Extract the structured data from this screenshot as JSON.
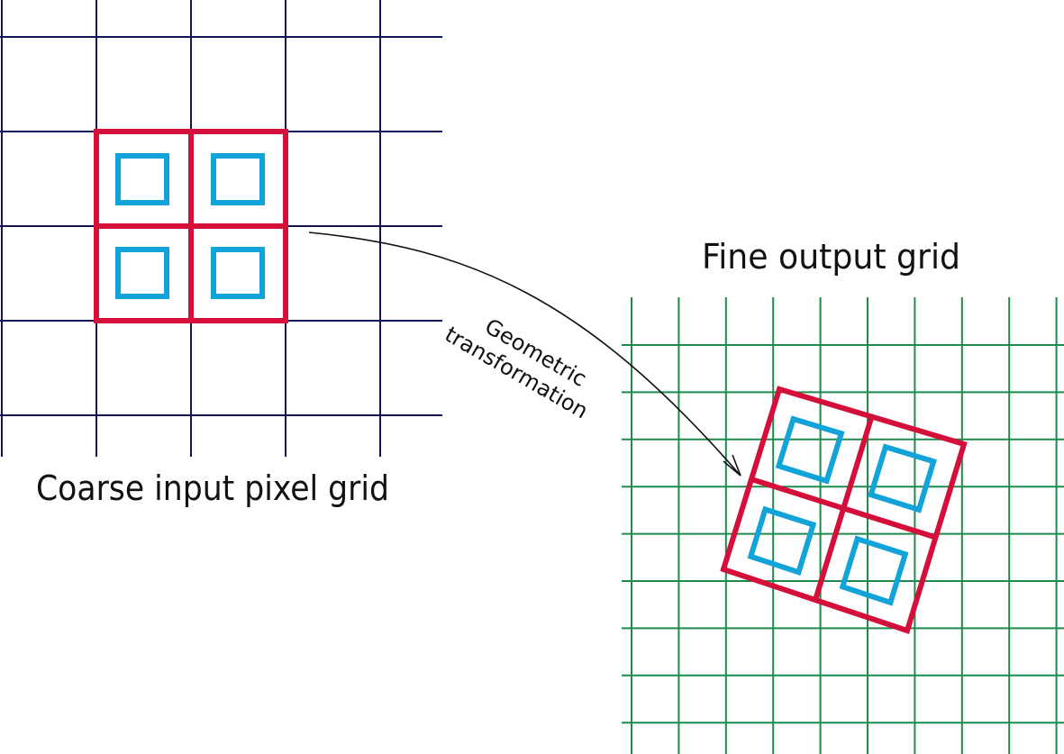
{
  "diagram": {
    "labels": {
      "coarse_grid": "Coarse input pixel grid",
      "fine_grid": "Fine output grid",
      "transform_line1": "Geometric",
      "transform_line2": "transformation"
    },
    "colors": {
      "coarse_grid_lines": "#14145a",
      "fine_grid_lines": "#1e8a4e",
      "pixel_outline": "#d4103a",
      "sample_points": "#12a3d8",
      "arrow": "#111111",
      "text": "#111111"
    },
    "icons": {
      "arrow": "curved-arrow-icon",
      "sample": "square-sample-icon"
    }
  }
}
